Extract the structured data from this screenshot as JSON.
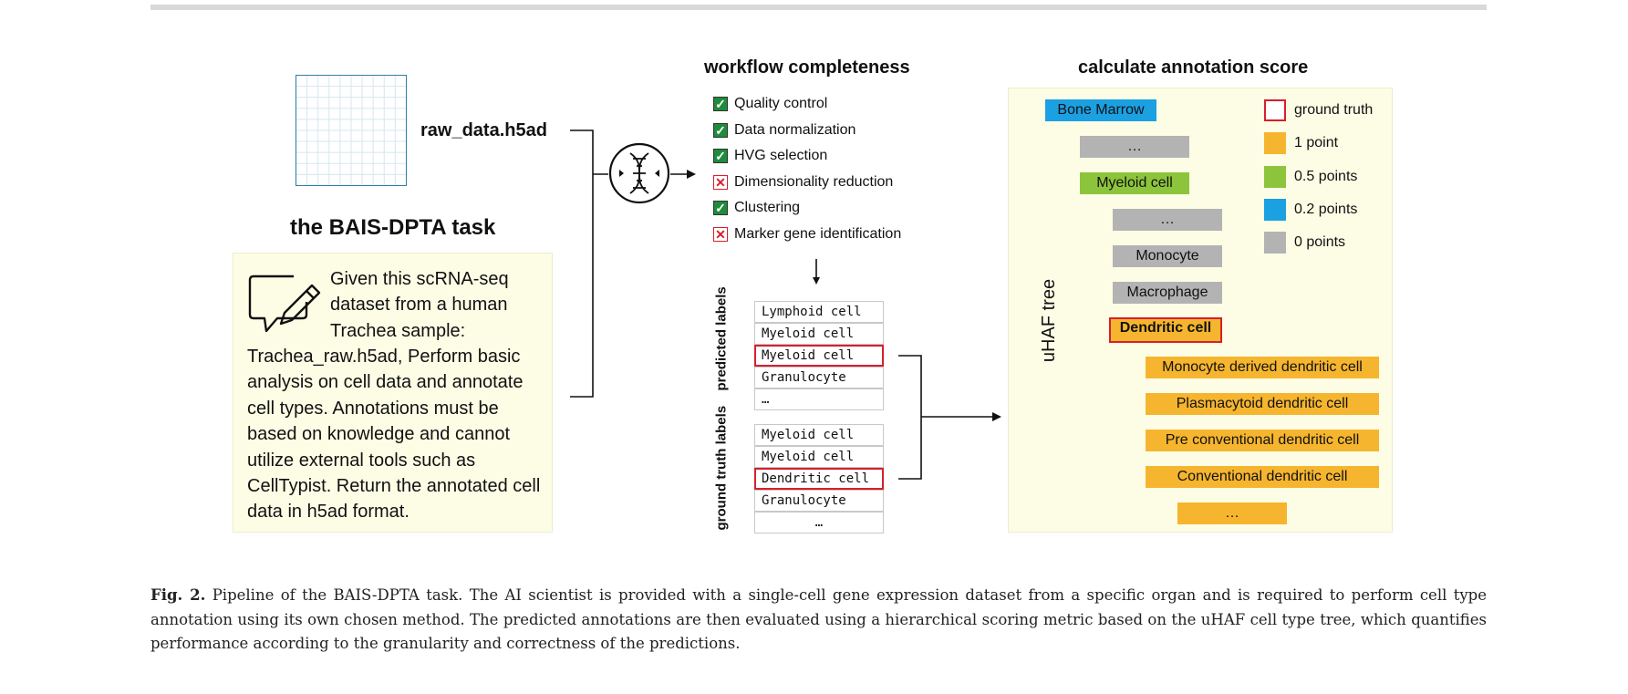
{
  "left": {
    "file_label": "raw_data.h5ad",
    "task_title": "the BAIS-DPTA task",
    "prompt_first": "Given this scRNA-seq dataset from a human Trachea sample:",
    "prompt_rest": "Trachea_raw.h5ad, Perform basic analysis on cell data and annotate cell types. Annotations must be based on knowledge and cannot utilize external tools such as CellTypist. Return the annotated cell data in h5ad format."
  },
  "workflow": {
    "title": "workflow completeness",
    "steps": [
      {
        "label": "Quality control",
        "status": "done"
      },
      {
        "label": "Data normalization",
        "status": "done"
      },
      {
        "label": "HVG selection",
        "status": "done"
      },
      {
        "label": "Dimensionality reduction",
        "status": "missing"
      },
      {
        "label": "Clustering",
        "status": "done"
      },
      {
        "label": "Marker gene identification",
        "status": "missing"
      }
    ]
  },
  "predicted": {
    "label": "predicted labels",
    "rows": [
      "Lymphoid cell",
      "Myeloid cell",
      "Myeloid cell",
      "Granulocyte",
      "…"
    ],
    "highlight_index": 2
  },
  "ground_truth": {
    "label": "ground truth labels",
    "rows": [
      "Myeloid cell",
      "Myeloid cell",
      "Dendritic cell",
      "Granulocyte",
      "…"
    ],
    "highlight_index": 2
  },
  "annotation": {
    "title": "calculate annotation score",
    "tree_label": "uHAF tree",
    "nodes": {
      "bone_marrow": "Bone Marrow",
      "ellipsis_1": "…",
      "myeloid": "Myeloid cell",
      "ellipsis_2": "…",
      "monocyte": "Monocyte",
      "macrophage": "Macrophage",
      "dendritic": "Dendritic cell",
      "mono_dc": "Monocyte derived dendritic cell",
      "plasma_dc": "Plasmacytoid dendritic cell",
      "pre_cdc": "Pre conventional dendritic cell",
      "cdc": "Conventional dendritic cell",
      "ellipsis_3": "…"
    },
    "legend": [
      {
        "label": "ground truth",
        "color": "#ffffff",
        "border": "#d6202a"
      },
      {
        "label": "1 point",
        "color": "#f6b52e"
      },
      {
        "label": "0.5 points",
        "color": "#8cc43c"
      },
      {
        "label": "0.2 points",
        "color": "#1ba0e2"
      },
      {
        "label": "0 points",
        "color": "#b3b3b3"
      }
    ]
  },
  "caption": {
    "fig_label": "Fig. 2.",
    "text": "Pipeline of the BAIS-DPTA task. The AI scientist is provided with a single-cell gene expression dataset from a specific organ and is required to perform cell type annotation using its own chosen method. The predicted annotations are then evaluated using a hierarchical scoring metric based on the uHAF cell type tree, which quantifies performance according to the granularity and correctness of the predictions."
  }
}
